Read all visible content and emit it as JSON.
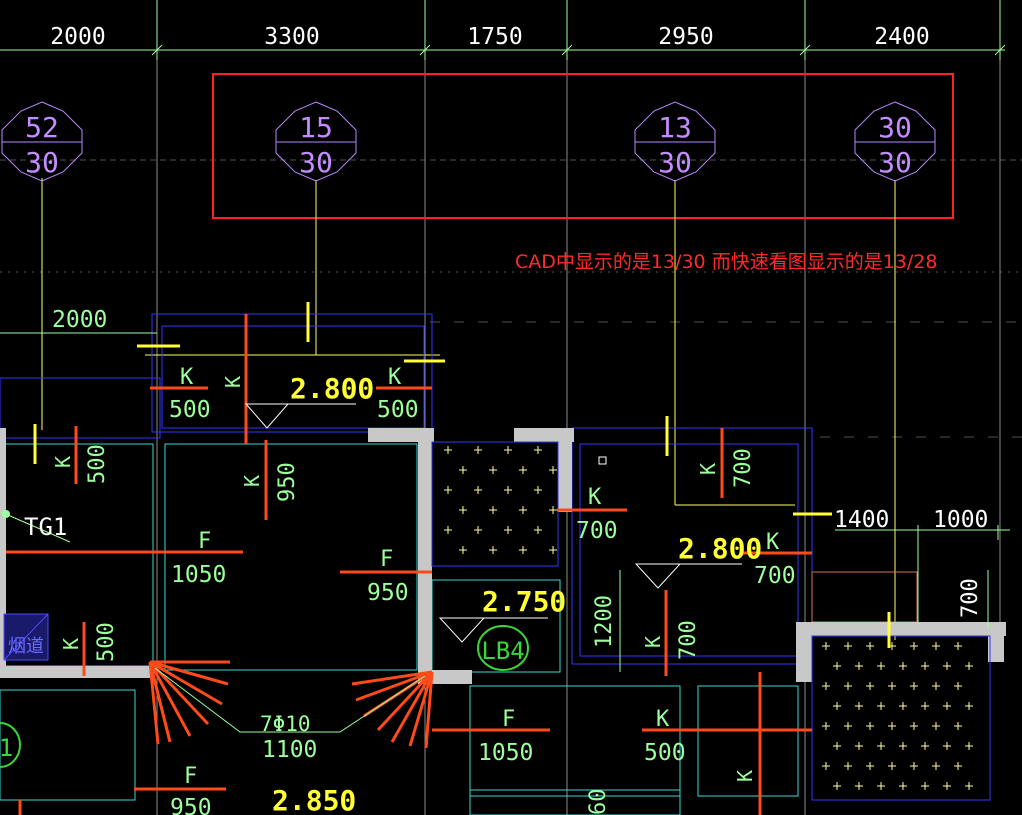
{
  "top_dims": [
    "2000",
    "3300",
    "1750",
    "2950",
    "2400"
  ],
  "row_dims": [
    "2000",
    "1400",
    "1000",
    "1200",
    "700",
    "700"
  ],
  "bubbles": [
    {
      "top": "52",
      "bottom": "30"
    },
    {
      "top": "15",
      "bottom": "30"
    },
    {
      "top": "13",
      "bottom": "30"
    },
    {
      "top": "30",
      "bottom": "30"
    }
  ],
  "annotation": "CAD中显示的是13/30 而快速看图显示的是13/28",
  "elevations": [
    "2.800",
    "2.800",
    "2.750",
    "2.850"
  ],
  "labels": {
    "k": "K",
    "f": "F",
    "tg1": "TG1",
    "lb4": "LB4",
    "flue": "烟道",
    "rebar": "7Φ10",
    "one": "1"
  },
  "values": {
    "v500": "500",
    "v950": "950",
    "v1050": "1050",
    "v700": "700",
    "v1100": "1100",
    "v1200": "1200",
    "v60": "60"
  },
  "colors": {
    "background": "#000000",
    "wall": "#c8c8c8",
    "rebar_red": "#ff4a1a",
    "marker_yellow": "#ffff33",
    "annot_red": "#ff2222",
    "dim_green": "#9cff9c",
    "bubble_purple": "#c58cff",
    "outline_blue": "#3434ff",
    "grid_white": "#cfcfcf"
  }
}
